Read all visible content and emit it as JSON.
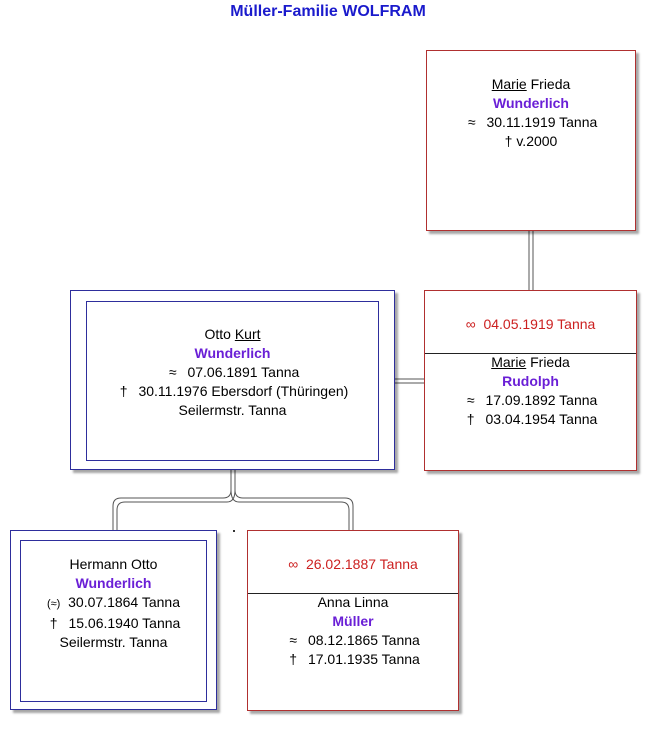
{
  "title": "Müller-Familie WOLFRAM",
  "persons": {
    "marie_frieda_wunderlich": {
      "given_underlined": "Marie",
      "given_rest": " Frieda",
      "surname": "Wunderlich",
      "birth_symbol": "≈",
      "birth": "30.11.1919 Tanna",
      "death_symbol": "†",
      "death": "v.2000"
    },
    "otto_kurt_wunderlich": {
      "given_first": "Otto ",
      "given_underlined": "Kurt",
      "surname": "Wunderlich",
      "birth_symbol": "≈",
      "birth": "07.06.1891 Tanna",
      "death_symbol": "†",
      "death": "30.11.1976 Ebersdorf (Thüringen)",
      "occupation": "Seilermstr. Tanna"
    },
    "marriage_1919": {
      "symbol": "∞",
      "text": "04.05.1919 Tanna"
    },
    "marie_frieda_rudolph": {
      "given_underlined": "Marie",
      "given_rest": " Frieda",
      "surname": "Rudolph",
      "birth_symbol": "≈",
      "birth": "17.09.1892 Tanna",
      "death_symbol": "†",
      "death": "03.04.1954 Tanna"
    },
    "hermann_otto_wunderlich": {
      "given": "Hermann Otto",
      "surname": "Wunderlich",
      "birth_symbol": "(≈)",
      "birth": "30.07.1864 Tanna",
      "death_symbol": "†",
      "death": "15.06.1940 Tanna",
      "occupation": "Seilermstr. Tanna"
    },
    "marriage_1887": {
      "symbol": "∞",
      "text": "26.02.1887 Tanna"
    },
    "anna_linna_mueller": {
      "given": "Anna Linna",
      "surname": "Müller",
      "birth_symbol": "≈",
      "birth": "08.12.1865 Tanna",
      "death_symbol": "†",
      "death": "17.01.1935 Tanna"
    }
  },
  "colors": {
    "title": "#1a1acc",
    "surname": "#6a1fd6",
    "marriage": "#cc2020",
    "female_border": "#b03030",
    "male_border": "#2e2e9c"
  }
}
